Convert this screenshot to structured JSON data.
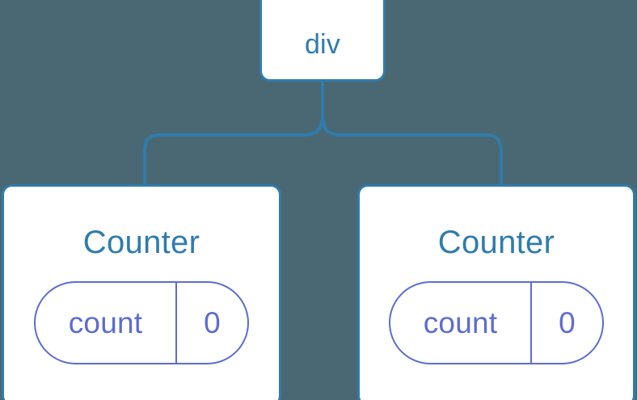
{
  "diagram": {
    "type": "component-tree",
    "background_color": "#4a6873",
    "node_border_color": "#2f7cad",
    "node_fill_color": "#ffffff",
    "node_text_color": "#2f7cad",
    "state_color": "#5e6cd0",
    "connector_color": "#2f7cad"
  },
  "root": {
    "label": "div"
  },
  "children": [
    {
      "title": "Counter",
      "state": {
        "key": "count",
        "value": "0"
      }
    },
    {
      "title": "Counter",
      "state": {
        "key": "count",
        "value": "0"
      }
    }
  ]
}
